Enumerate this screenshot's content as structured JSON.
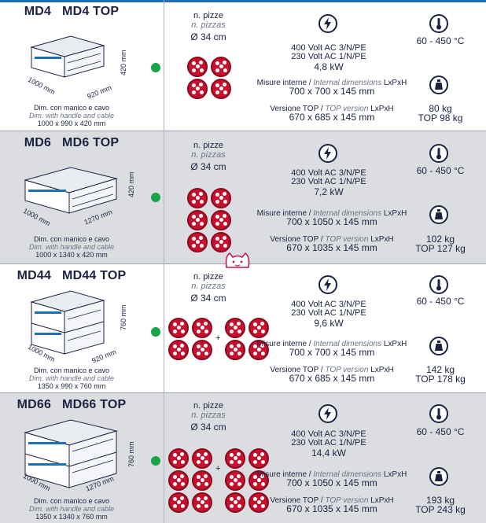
{
  "common": {
    "pizze_label": "n. pizze",
    "pizzas_label": "n. pizzas",
    "pizza_size": "Ø 34 cm",
    "temp_range": "60 - 450 °C",
    "dims_caption": "Dim. con manico e cavo",
    "dims_caption_en": "Dim. with handle and cable",
    "misure_label_it": "Misure interne / ",
    "misure_label_en": "Internal dimensions",
    "misure_suffix": " LxPxH",
    "versione_label_it": "Versione TOP / ",
    "versione_label_en": "TOP version",
    "versione_suffix": " LxPxH",
    "plus": "+"
  },
  "models": [
    {
      "title": "MD4   MD4 TOP",
      "height_label": "420 mm",
      "depth_label": "1000 mm",
      "width_label": "920 mm",
      "overall_dims": "1000 x 990 x 420 mm",
      "volt1": "400 Volt  AC 3/N/PE",
      "volt2": "230 Volt  AC 1/N/PE",
      "power": "4,8 kW",
      "internal_dims": "700 x 700 x 145 mm",
      "top_dims": "670 x 685 x 145 mm",
      "weight": "80 kg",
      "weight_top": "TOP 98 kg"
    },
    {
      "title": "MD6   MD6 TOP",
      "height_label": "420 mm",
      "depth_label": "1000 mm",
      "width_label": "1270 mm",
      "overall_dims": "1000 x 1340 x 420 mm",
      "volt1": "400 Volt  AC 3/N/PE",
      "volt2": "230 Volt  AC 1/N/PE",
      "power": "7,2 kW",
      "internal_dims": "700 x 1050 x 145 mm",
      "top_dims": "670 x 1035 x 145 mm",
      "weight": "102 kg",
      "weight_top": "TOP 127 kg"
    },
    {
      "title": "MD44   MD44 TOP",
      "height_label": "760 mm",
      "depth_label": "1000 mm",
      "width_label": "920 mm",
      "overall_dims": "1350 x 990 x 760 mm",
      "volt1": "400 Volt  AC 3/N/PE",
      "volt2": "230 Volt  AC 1/N/PE",
      "power": "9,6 kW",
      "internal_dims": "700 x 700 x 145 mm",
      "top_dims": "670 x 685 x 145 mm",
      "weight": "142 kg",
      "weight_top": "TOP 178 kg"
    },
    {
      "title": "MD66   MD66 TOP",
      "height_label": "760 mm",
      "depth_label": "1000 mm",
      "width_label": "1270 mm",
      "overall_dims": "1350 x 1340 x 760 mm",
      "volt1": "400 Volt  AC 3/N/PE",
      "volt2": "230 Volt  AC 1/N/PE",
      "power": "14,4 kW",
      "internal_dims": "700 x 1050 x 145 mm",
      "top_dims": "670 x 1035 x 145 mm",
      "weight": "193 kg",
      "weight_top": "TOP 243 kg"
    }
  ],
  "icons": {
    "power": "lightning-icon",
    "temperature": "thermometer-icon",
    "weight": "weight-icon",
    "status": "availability-dot",
    "pizza": "pizza-icon"
  },
  "colors": {
    "accent": "#1f6fb5",
    "pizza": "#c8102e",
    "status": "#1aa34a",
    "row_alt": "#dcdde0",
    "text": "#1b2340"
  }
}
